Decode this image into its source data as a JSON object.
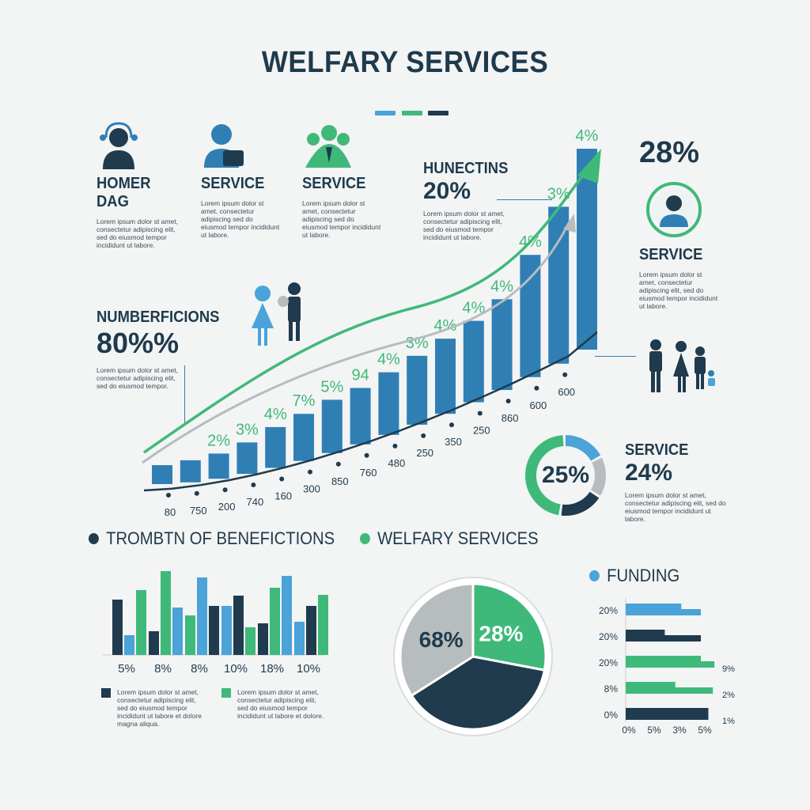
{
  "title": "WELFARY SERVICES",
  "colors": {
    "blue": "#2f7fb5",
    "green": "#3fb97a",
    "navy": "#1f3b4d",
    "gray": "#b7bcbf",
    "lightblue": "#4aa3d9"
  },
  "top_icons": [
    {
      "label": "HOMER DAG",
      "icon": "person-headset-icon",
      "text": "Lorem ipsum dolor st amet, consectetur adipiscing elit, sed do eiusmod tempor incididunt ut labore."
    },
    {
      "label": "SERVICE",
      "icon": "person-bag-icon",
      "text": "Lorem ipsum dolor st amet, consectetur adipiscing sed do eiusmod tempor incididunt ut labore."
    },
    {
      "label": "SERVICE",
      "icon": "group-people-icon",
      "text": "Lorem ipsum dolor st amet, consectetur adipiscing sed do eiusmod tempor incididunt ut labore."
    }
  ],
  "hunectins": {
    "title": "HUNECTINS",
    "value": "20%",
    "text": "Lorem ipsum dolor st amet, consectetur adipiscing elit, sed do eiusmod tempor incididunt ut labore."
  },
  "numberficions": {
    "title": "NUMBERFICIONS",
    "value": "80%%",
    "text": "Lorem ipsum dolor st amet, consectetur adipiscing elit, sed do eiusmod tempor."
  },
  "right_stat": {
    "value": "28%",
    "label": "SERVICE",
    "icon": "person-circle-icon",
    "text": "Lorem ipsum dolor st amet, consectetur adipiscing elit, sed do eiusmod tempor incididunt ut labore."
  },
  "donut_small": {
    "center": "25%",
    "label": "SERVICE",
    "value": "24%",
    "text": "Lorem ipsum dolor st amet, consectetur adipiscing elit, sed do eiusmod tempor incididunt ut labore."
  },
  "chart_data": [
    {
      "type": "bar",
      "name": "growth",
      "values": [
        1,
        2,
        3,
        5,
        8,
        10,
        12,
        13,
        15,
        17,
        19,
        21,
        24,
        27,
        31,
        38
      ],
      "top_labels": [
        "",
        "",
        "2%",
        "3%",
        "4%",
        "7%",
        "5%",
        "94",
        "4%",
        "3%",
        "4%",
        "4%",
        "4%",
        "4%",
        "3%",
        "4%"
      ],
      "bottom_labels": [
        "80",
        "750",
        "200",
        "740",
        "160",
        "300",
        "850",
        "760",
        "480",
        "250",
        "350",
        "250",
        "860",
        "600",
        "600",
        ""
      ]
    },
    {
      "type": "bar",
      "title": "TROMBTN OF BENEFICTIONS",
      "categories": [
        "5%",
        "8%",
        "8%",
        "10%",
        "18%",
        "10%"
      ],
      "series": [
        {
          "values": [
            70,
            30,
            62,
            75,
            40,
            62
          ]
        },
        {
          "values": [
            25,
            60,
            98,
            62,
            100,
            42
          ]
        },
        {
          "values": [
            82,
            106,
            50,
            35,
            85,
            76
          ]
        }
      ],
      "legend_text": [
        "Lorem ipsum dolor st amet, consectetur adipiscing elit, sed do eiusmod tempor incididunt ut labore et dolore magna aliqua.",
        "Lorem ipsum dolor st amet, consectetur adipiscing elit, sed do eiusmod tempor incididunt ut labore et dolore."
      ]
    },
    {
      "type": "pie",
      "title": "WELFARY SERVICES",
      "slices": [
        {
          "label": "28%",
          "value": 28
        },
        {
          "label": "",
          "value": 38
        },
        {
          "label": "68%",
          "value": 34
        }
      ]
    },
    {
      "type": "bar",
      "title": "FUNDING",
      "orientation": "horizontal",
      "categories": [
        "20%",
        "20%",
        "20%",
        "8%",
        "0%"
      ],
      "right_labels": [
        "",
        "",
        "9%",
        "2%",
        "1%"
      ],
      "values_a": [
        3.7,
        2.6,
        5.0,
        3.3,
        5.5
      ],
      "values_b": [
        5.0,
        5.0,
        5.9,
        5.8,
        0
      ],
      "xticks": [
        "0%",
        "5%",
        "3%",
        "5%"
      ]
    }
  ]
}
